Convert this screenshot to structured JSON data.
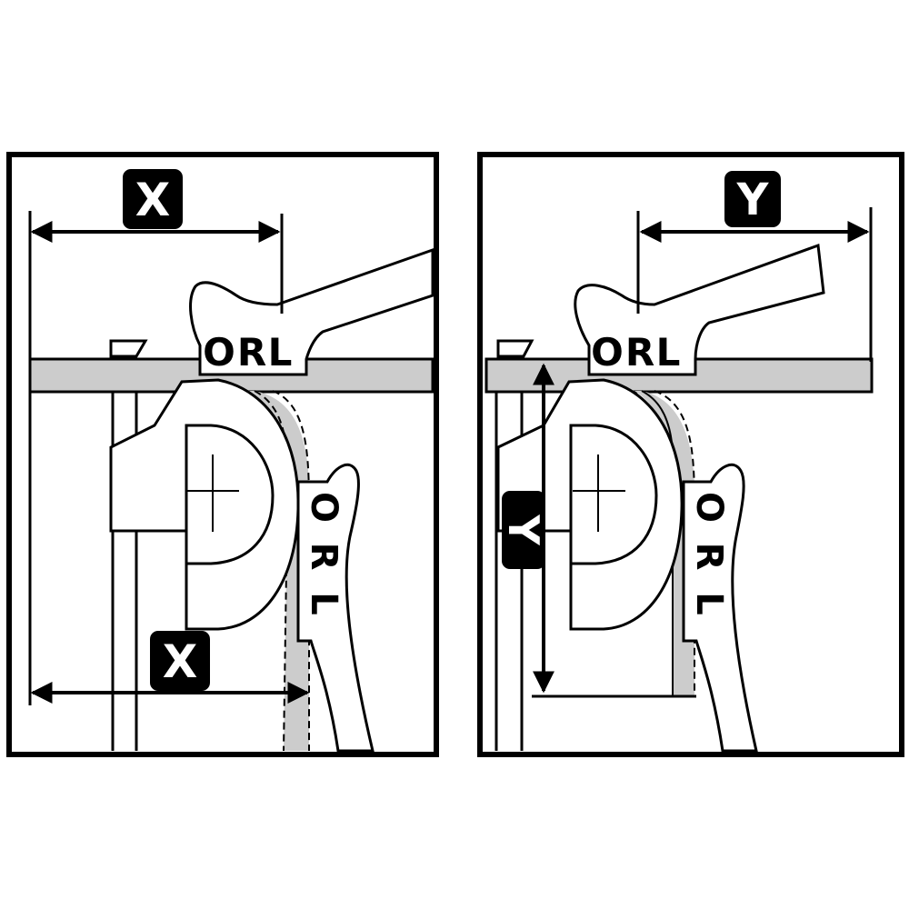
{
  "left_panel": {
    "dimension_label": "X",
    "bottom_dimension_label": "X",
    "tool_marking": {
      "o": "O",
      "r": "R",
      "l": "L"
    },
    "side_marking": {
      "o": "O",
      "r": "R",
      "l": "L"
    }
  },
  "right_panel": {
    "dimension_label": "Y",
    "side_dimension_label": "Y",
    "tool_marking": {
      "o": "O",
      "r": "R",
      "l": "L"
    },
    "side_marking": {
      "o": "O",
      "r": "R",
      "l": "L"
    }
  },
  "colors": {
    "line": "#000000",
    "fill": "#ffffff",
    "panel_gray": "#cccccc",
    "label_bg": "#000000",
    "label_text": "#ffffff"
  }
}
